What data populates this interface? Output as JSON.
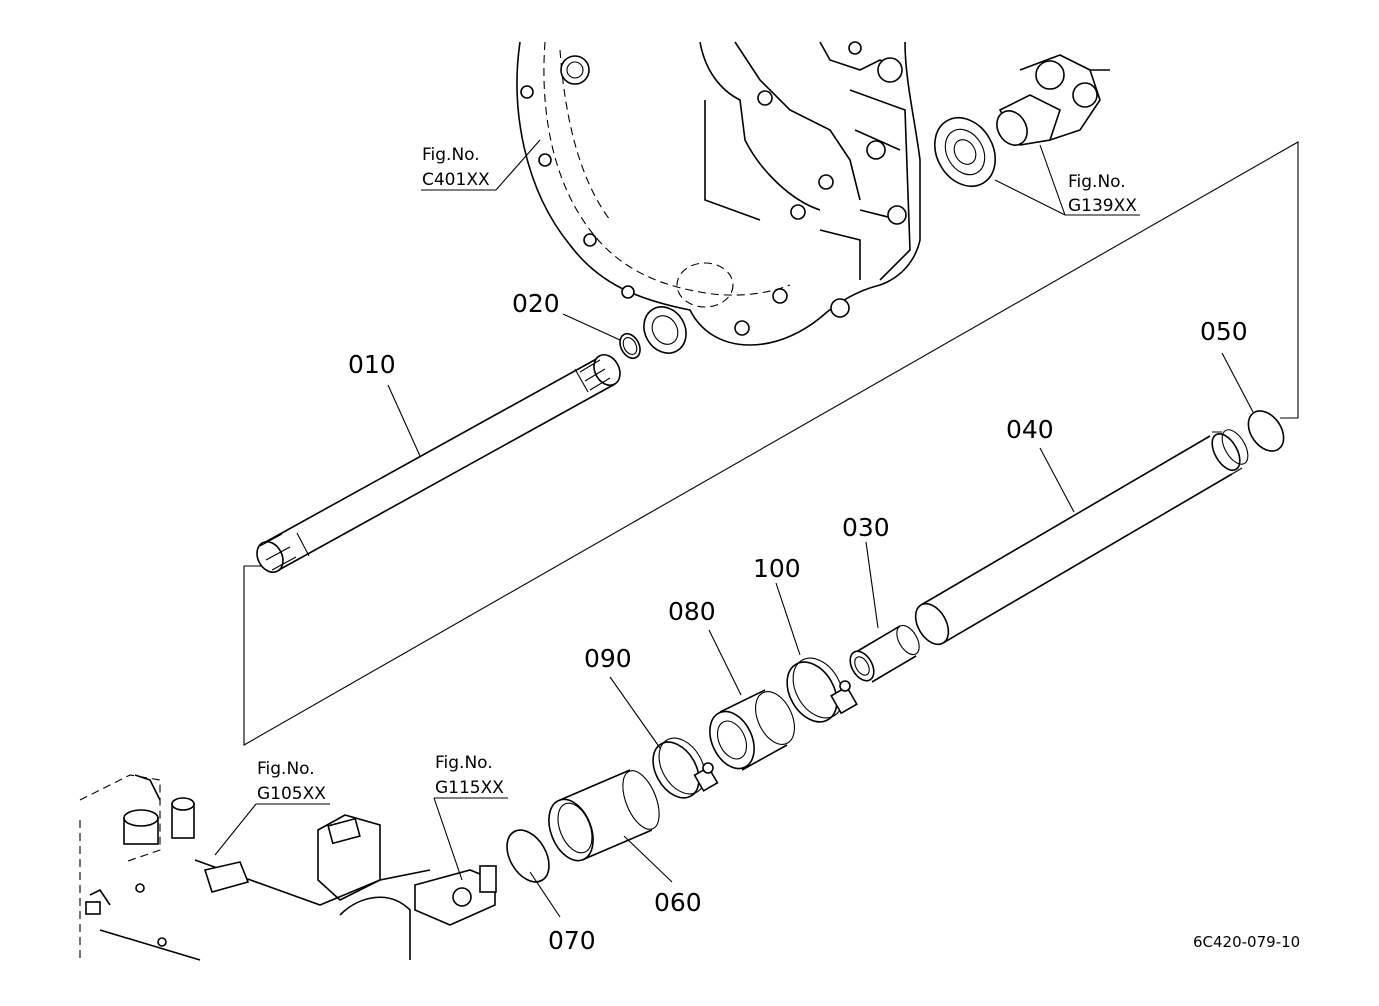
{
  "diagram": {
    "parts": [
      {
        "id": "p010",
        "number": "010"
      },
      {
        "id": "p020",
        "number": "020"
      },
      {
        "id": "p030",
        "number": "030"
      },
      {
        "id": "p040",
        "number": "040"
      },
      {
        "id": "p050",
        "number": "050"
      },
      {
        "id": "p060",
        "number": "060"
      },
      {
        "id": "p070",
        "number": "070"
      },
      {
        "id": "p080",
        "number": "080"
      },
      {
        "id": "p090",
        "number": "090"
      },
      {
        "id": "p100",
        "number": "100"
      }
    ],
    "figure_refs": [
      {
        "id": "c401",
        "label": "Fig.No.",
        "code": "C401XX"
      },
      {
        "id": "g139",
        "label": "Fig.No.",
        "code": "G139XX"
      },
      {
        "id": "g105",
        "label": "Fig.No.",
        "code": "G105XX"
      },
      {
        "id": "g115",
        "label": "Fig.No.",
        "code": "G115XX"
      }
    ],
    "document_code": "6C420-079-10"
  }
}
